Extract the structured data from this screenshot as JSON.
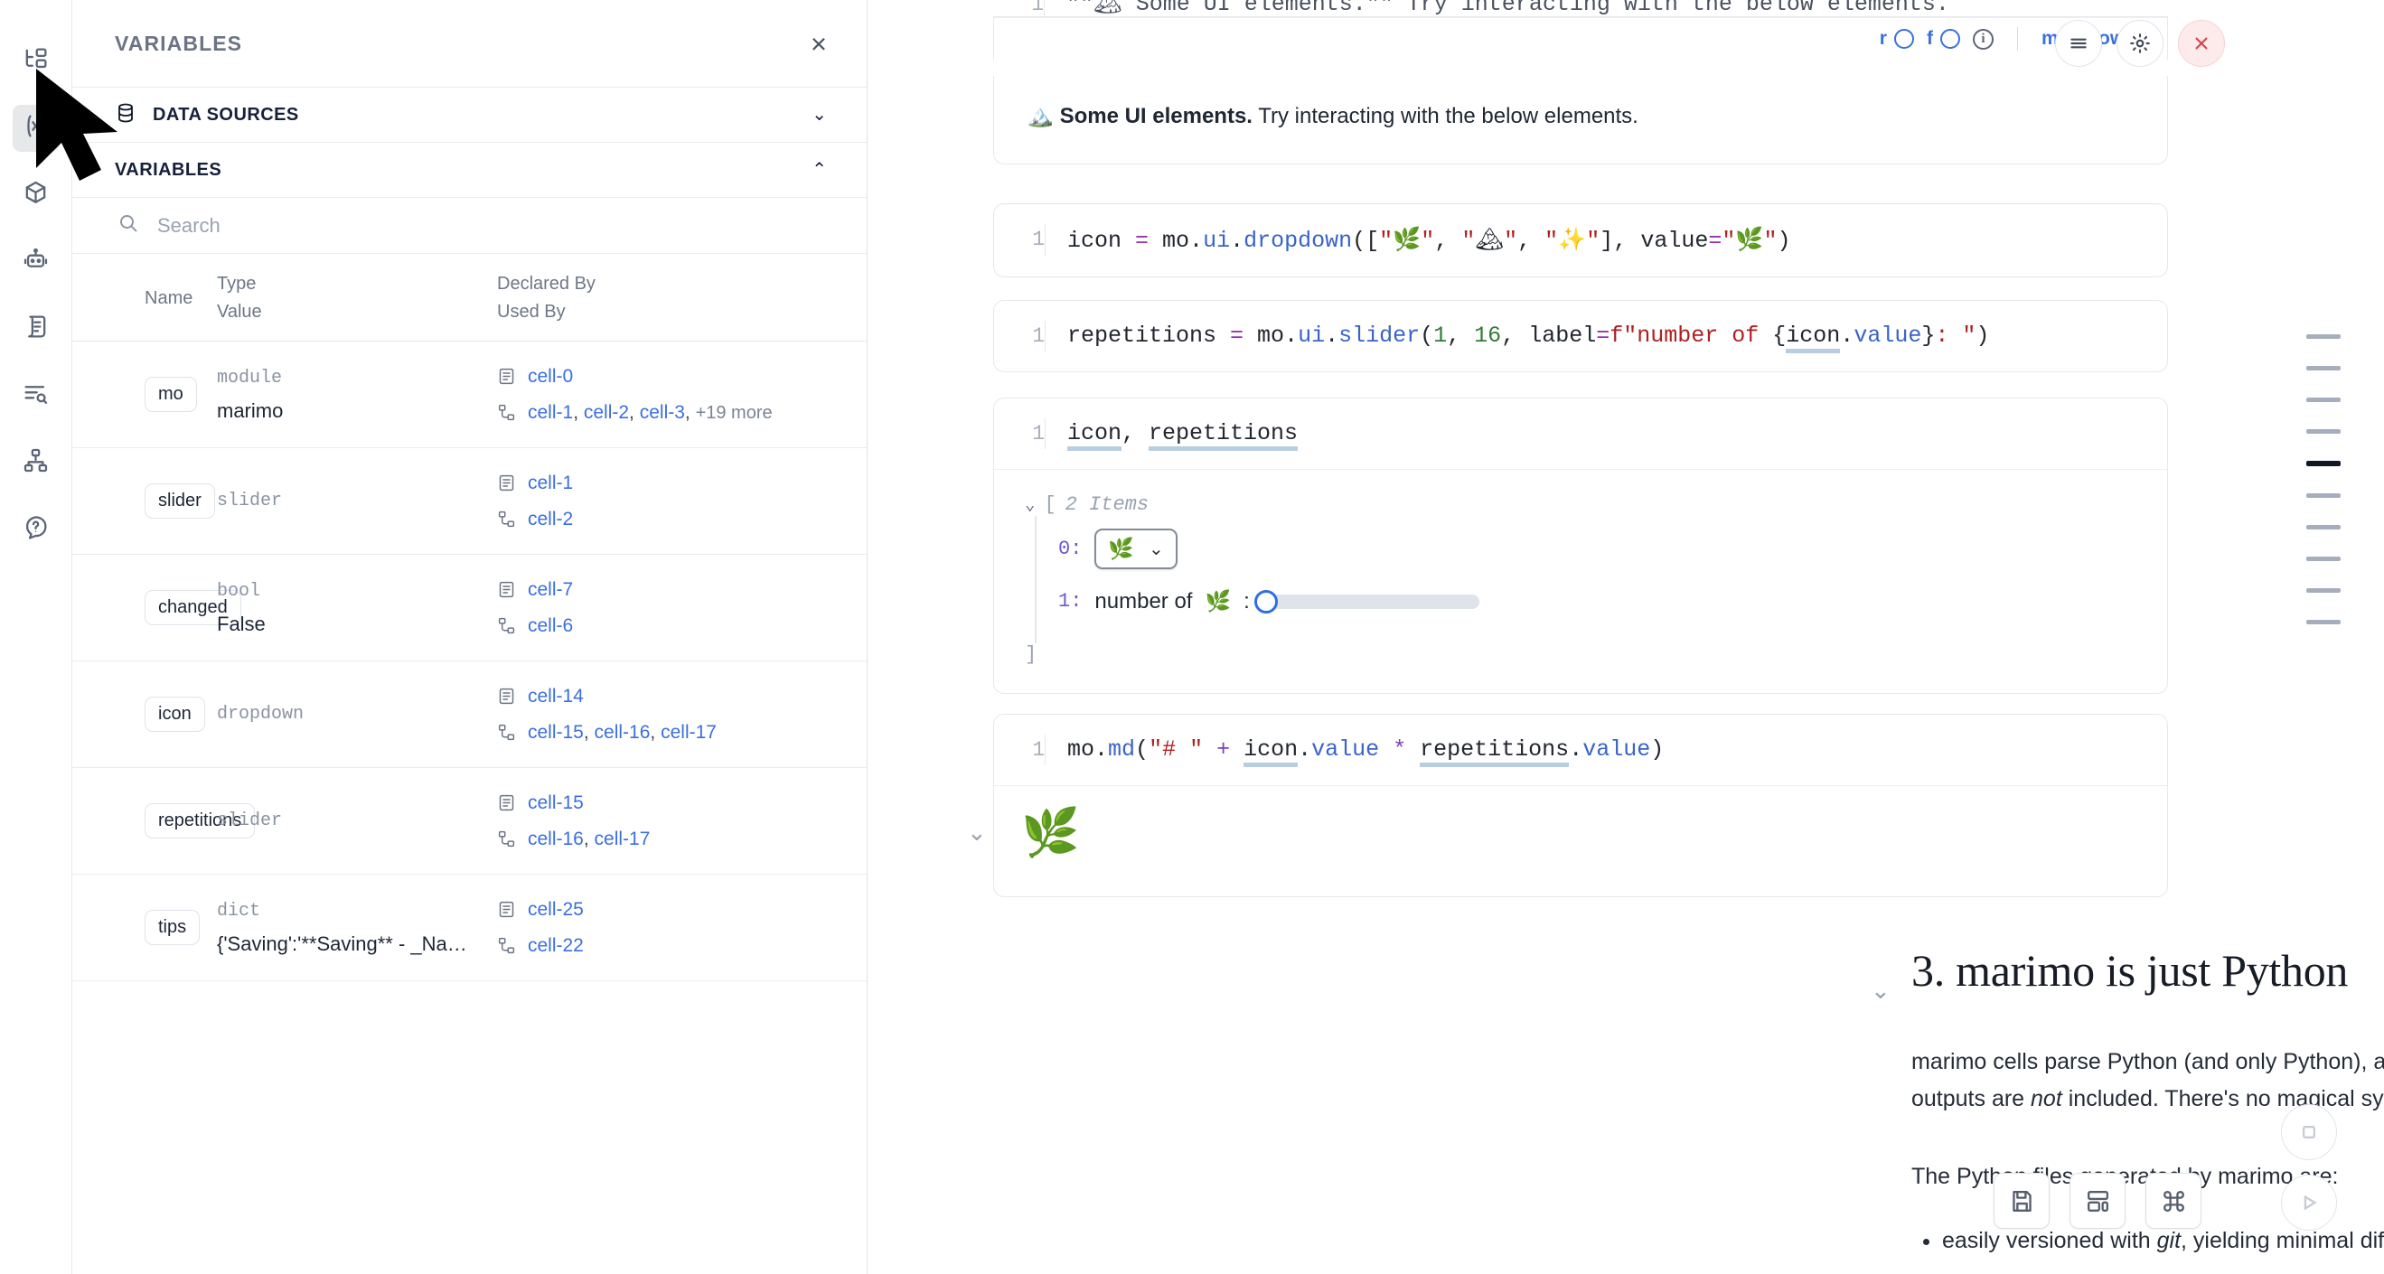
{
  "rail": {
    "items": [
      {
        "name": "file-explorer-icon",
        "label": "File Explorer",
        "active": false
      },
      {
        "name": "variables-icon",
        "label": "Variables",
        "active": true
      },
      {
        "name": "packages-icon",
        "label": "Packages",
        "active": false
      },
      {
        "name": "chat-bot-icon",
        "label": "Chat",
        "active": false
      },
      {
        "name": "scratchpad-icon",
        "label": "Scratchpad",
        "active": false
      },
      {
        "name": "outline-search-icon",
        "label": "Outline",
        "active": false
      },
      {
        "name": "dependency-graph-icon",
        "label": "Dependency Graph",
        "active": false
      },
      {
        "name": "help-icon",
        "label": "Help",
        "active": false
      }
    ]
  },
  "panel": {
    "title": "VARIABLES",
    "close_label": "×",
    "sections": [
      {
        "label": "DATA SOURCES",
        "icon": "database-icon",
        "expanded": false,
        "chevron": "⌄"
      },
      {
        "label": "VARIABLES",
        "icon": "variables-icon",
        "expanded": true,
        "chevron": "⌃"
      }
    ],
    "search": {
      "placeholder": "Search",
      "value": ""
    },
    "table": {
      "headers": {
        "name": "Name",
        "type": "Type",
        "value": "Value",
        "declared_by": "Declared By",
        "used_by": "Used By"
      },
      "rows": [
        {
          "name": "mo",
          "type": "module",
          "value": "marimo",
          "declared_by": [
            "cell-0"
          ],
          "used_by": [
            "cell-1",
            "cell-2",
            "cell-3"
          ],
          "used_by_more": "+19 more"
        },
        {
          "name": "slider",
          "type": "slider",
          "value": "",
          "declared_by": [
            "cell-1"
          ],
          "used_by": [
            "cell-2"
          ],
          "used_by_more": ""
        },
        {
          "name": "changed",
          "type": "bool",
          "value": "False",
          "declared_by": [
            "cell-7"
          ],
          "used_by": [
            "cell-6"
          ],
          "used_by_more": ""
        },
        {
          "name": "icon",
          "type": "dropdown",
          "value": "",
          "declared_by": [
            "cell-14"
          ],
          "used_by": [
            "cell-15",
            "cell-16",
            "cell-17"
          ],
          "used_by_more": ""
        },
        {
          "name": "repetitions",
          "type": "slider",
          "value": "",
          "declared_by": [
            "cell-15"
          ],
          "used_by": [
            "cell-16",
            "cell-17"
          ],
          "used_by_more": ""
        },
        {
          "name": "tips",
          "type": "dict",
          "value": "{'Saving':'**Saving** - _Na…",
          "declared_by": [
            "cell-25"
          ],
          "used_by": [
            "cell-22"
          ],
          "used_by_more": ""
        }
      ]
    }
  },
  "notebook": {
    "top_cell": {
      "line_no": "1",
      "code_truncated": "\"\"🏔 Some UI elements.\"\" Try interacting with the below elements.",
      "toolbar": {
        "r_label": "r",
        "f_label": "f",
        "info_label": "i",
        "language": "markdown"
      },
      "output_bold": "Some UI elements.",
      "output_rest": " Try interacting with the below elements.",
      "output_emoji": "🏔️"
    },
    "cell_controls": [
      {
        "name": "cell-menu-button",
        "glyph": "menu"
      },
      {
        "name": "cell-settings-button",
        "glyph": "gear"
      },
      {
        "name": "cell-delete-button",
        "glyph": "close"
      }
    ],
    "cells": [
      {
        "id": "cell-dropdown",
        "line_no": "1",
        "code": "icon = mo.ui.dropdown([\"🌿\", \"🏔\", \"✨\"], value=\"🌿\")"
      },
      {
        "id": "cell-slider",
        "line_no": "1",
        "code": "repetitions = mo.ui.slider(1, 16, label=f\"number of {icon.value}: \")"
      },
      {
        "id": "cell-display",
        "line_no": "1",
        "code": "icon, repetitions"
      },
      {
        "id": "cell-md",
        "line_no": "1",
        "code": "mo.md(\"# \" + icon.value * repetitions.value)"
      }
    ],
    "output_tree": {
      "caret": "⌄",
      "open_bracket": "[",
      "items_label": "2 Items",
      "close_bracket": "]",
      "row0_index": "0:",
      "row0_value": "🌿",
      "row0_chevron": "⌄",
      "row1_index": "1:",
      "row1_label": "number of",
      "row1_emoji": "🌿",
      "row1_colon": ":",
      "slider_min": 1,
      "slider_max": 16,
      "slider_value": 1
    },
    "md_output_emoji": "🌿",
    "section": {
      "heading": "3. marimo is just Python",
      "paragraph1_a": "marimo cells parse Python (and only Python), and marimo notebooks are stored as pure Python files — outputs are ",
      "paragraph1_em": "not",
      "paragraph1_b": " included. There's no magical syntax.",
      "paragraph2": "The Python files generated by marimo are:",
      "bullets": [
        {
          "pre": "easily versioned with ",
          "em": "git",
          "post": ", yielding minimal diffs"
        }
      ]
    },
    "minimap": {
      "bars": [
        {
          "current": false
        },
        {
          "current": false
        },
        {
          "current": false
        },
        {
          "current": false
        },
        {
          "current": true
        },
        {
          "current": false
        },
        {
          "current": false
        },
        {
          "current": false
        },
        {
          "current": false
        },
        {
          "current": false
        }
      ]
    },
    "fabs": [
      {
        "name": "save-button",
        "glyph": "save"
      },
      {
        "name": "layout-button",
        "glyph": "layout"
      },
      {
        "name": "command-palette-button",
        "glyph": "command"
      }
    ],
    "round_buttons": [
      {
        "name": "stop-button",
        "glyph": "stop"
      },
      {
        "name": "run-button",
        "glyph": "play"
      }
    ]
  }
}
